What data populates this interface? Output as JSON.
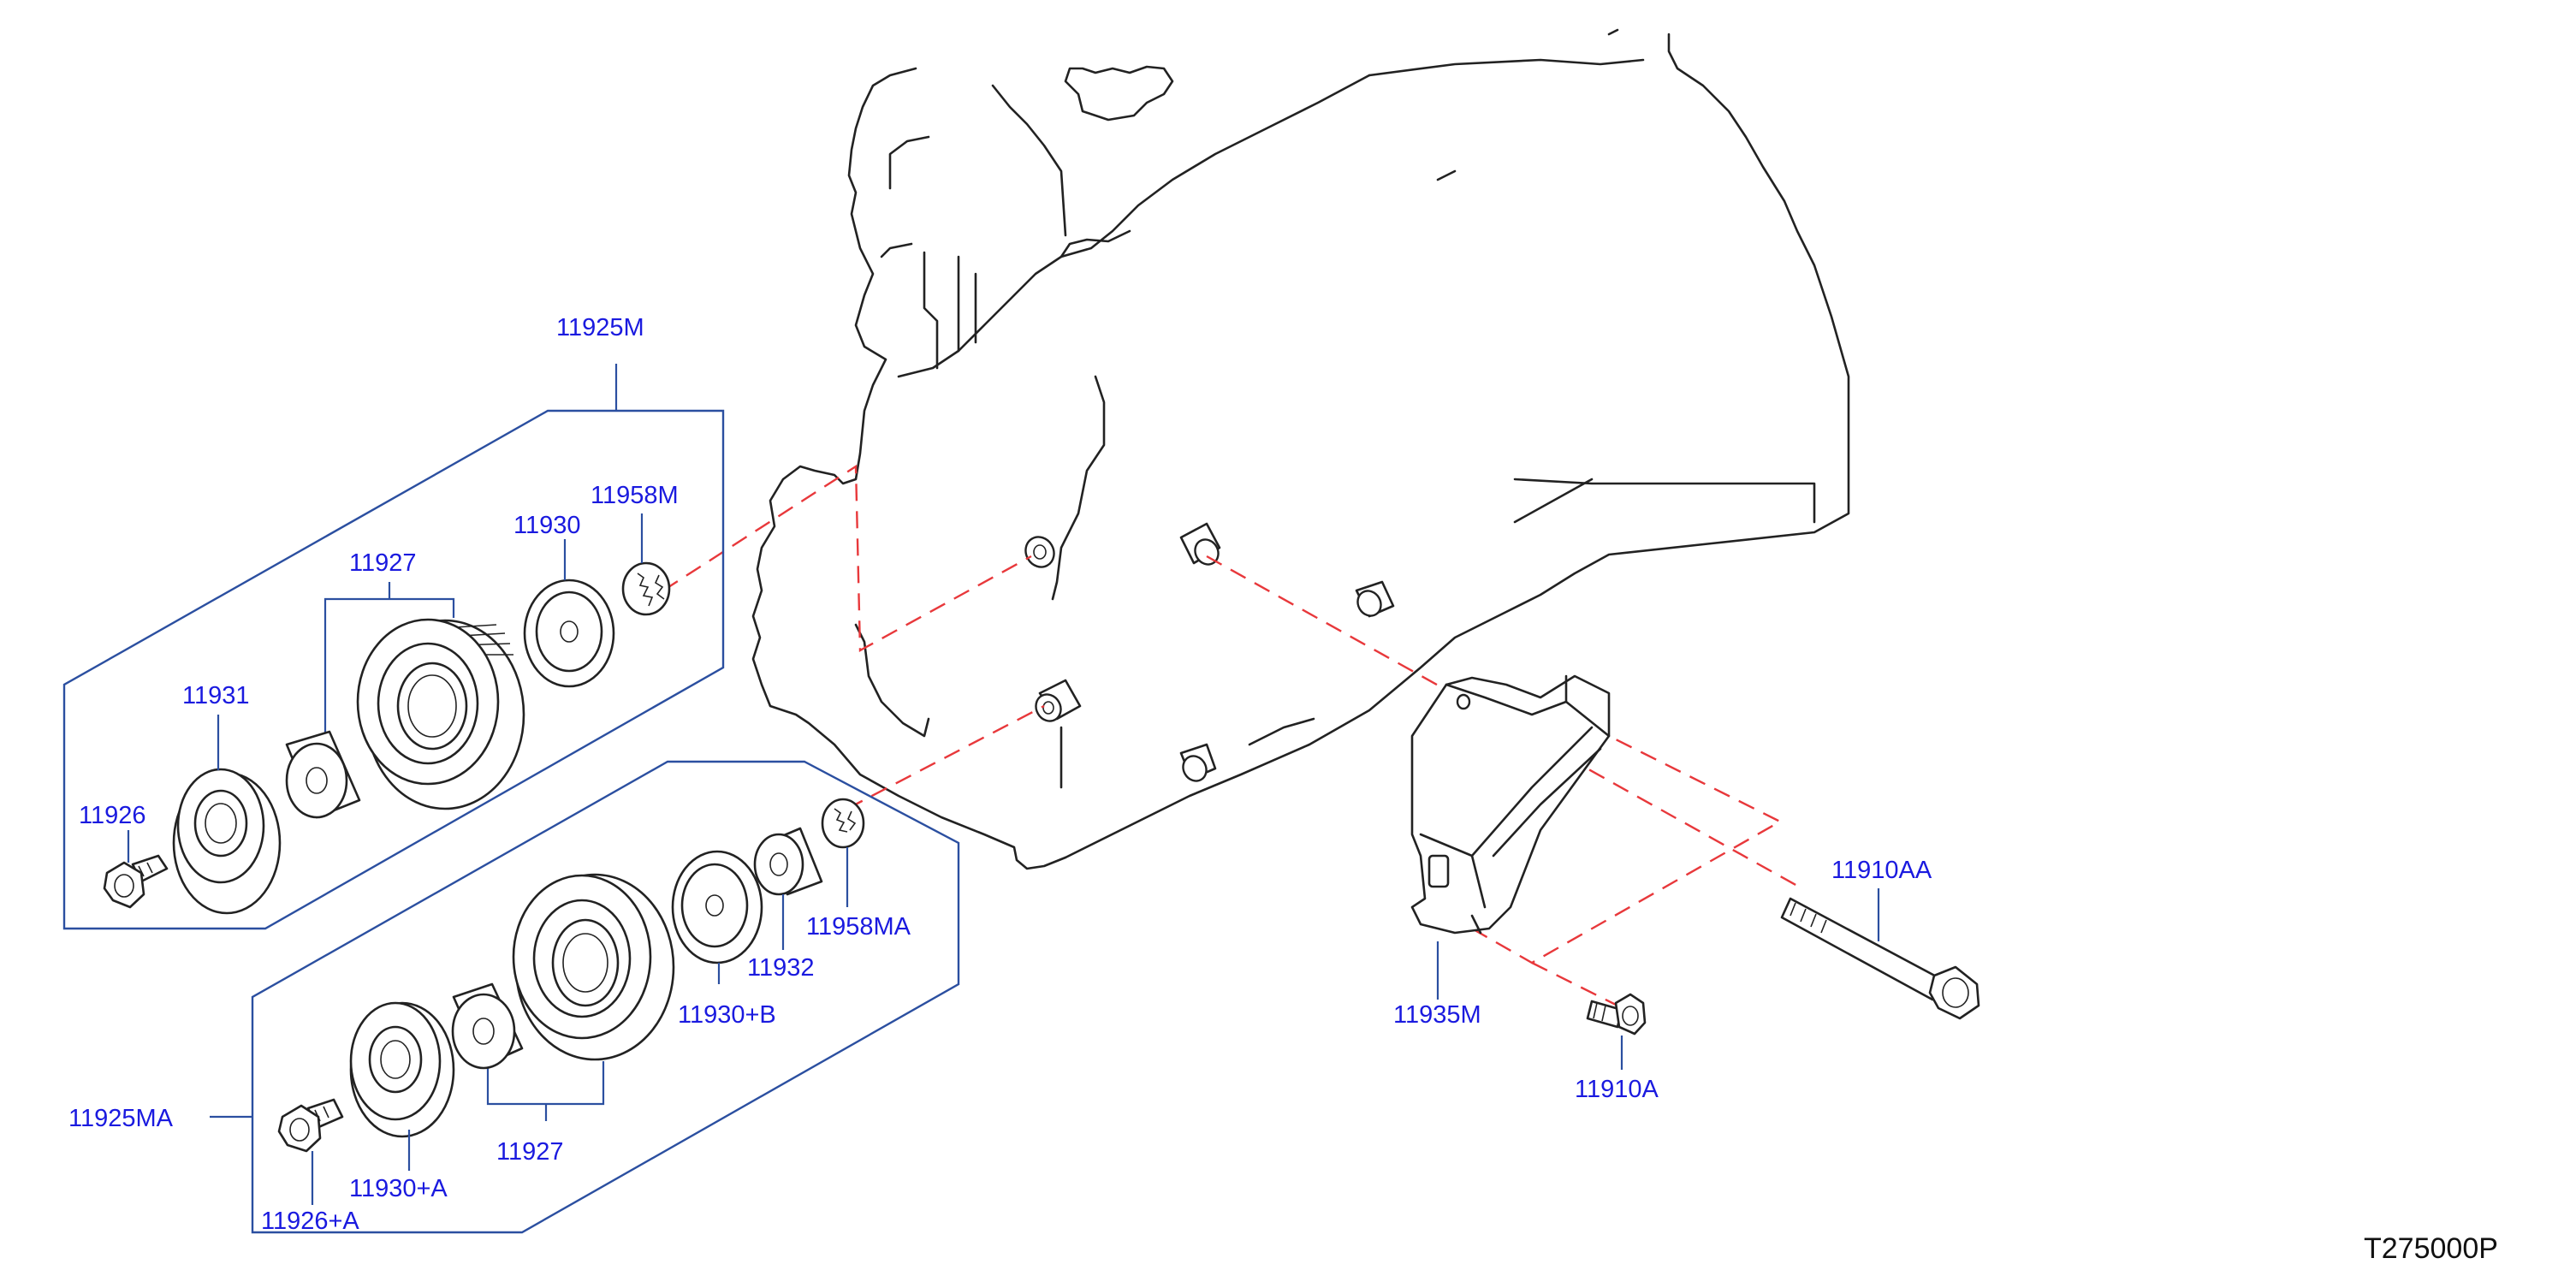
{
  "diagram": {
    "code": "T275000P",
    "labels": {
      "l_11925M": "11925M",
      "l_11958M": "11958M",
      "l_11930": "11930",
      "l_11927_top": "11927",
      "l_11931": "11931",
      "l_11926": "11926",
      "l_11958MA": "11958MA",
      "l_11932": "11932",
      "l_11930B": "11930+B",
      "l_11927_bot": "11927",
      "l_11925MA": "11925MA",
      "l_11930A": "11930+A",
      "l_11926A": "11926+A",
      "l_11910AA": "11910AA",
      "l_11935M": "11935M",
      "l_11910A": "11910A"
    },
    "colors": {
      "label": "#1a1adf",
      "group_outline": "#2b4fa0",
      "dashed_guide": "#e8383b",
      "linework": "#222222"
    }
  }
}
